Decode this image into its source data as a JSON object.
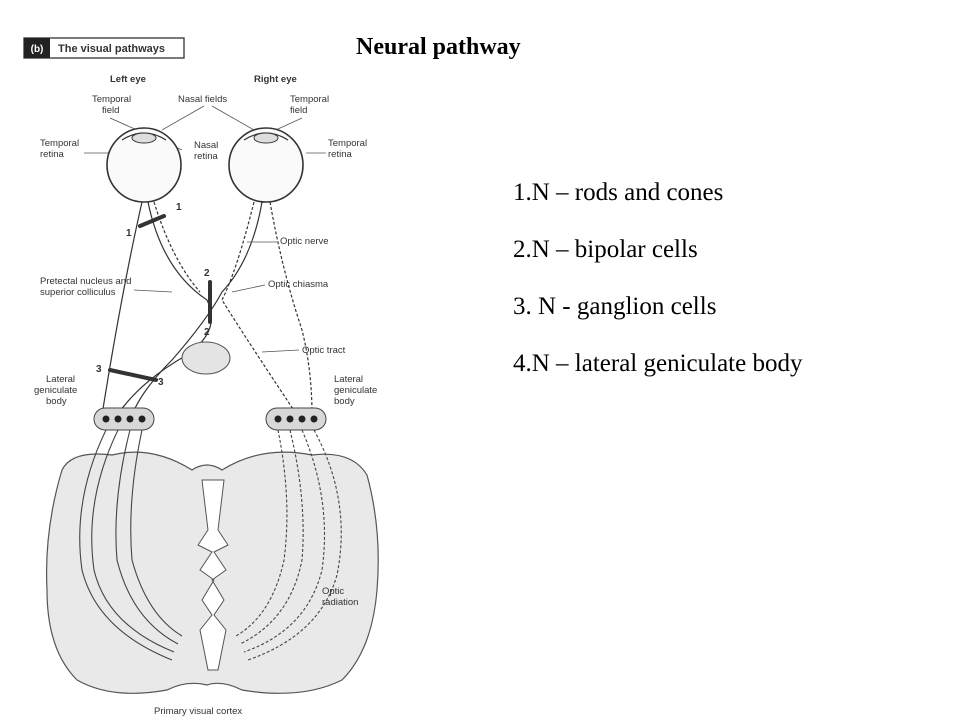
{
  "title": "Neural pathway",
  "steps": [
    "1.N – rods and cones",
    "2.N – bipolar cells",
    "3. N - ganglion cells",
    "4.N – lateral geniculate body"
  ],
  "diagram": {
    "panel_letter": "(b)",
    "panel_title": "The visual pathways",
    "left_eye": "Left eye",
    "right_eye": "Right eye",
    "temporal_field_l1": "Temporal",
    "temporal_field_l2": "field",
    "nasal_fields": "Nasal fields",
    "temporal_field_r1": "Temporal",
    "temporal_field_r2": "field",
    "temporal_retina_l1": "Temporal",
    "temporal_retina_l2": "retina",
    "nasal_retina_1": "Nasal",
    "nasal_retina_2": "retina",
    "temporal_retina_r1": "Temporal",
    "temporal_retina_r2": "retina",
    "optic_nerve": "Optic nerve",
    "pretectal_1": "Pretectal nucleus and",
    "pretectal_2": "superior colliculus",
    "optic_chiasma": "Optic chiasma",
    "optic_tract": "Optic tract",
    "lgb_left_1": "Lateral",
    "lgb_left_2": "geniculate",
    "lgb_left_3": "body",
    "lgb_right_1": "Lateral",
    "lgb_right_2": "geniculate",
    "lgb_right_3": "body",
    "optic_radiation_1": "Optic",
    "optic_radiation_2": "radiation",
    "cortex": "Primary visual cortex",
    "num_1": "1",
    "num_2": "2",
    "num_3": "3"
  }
}
